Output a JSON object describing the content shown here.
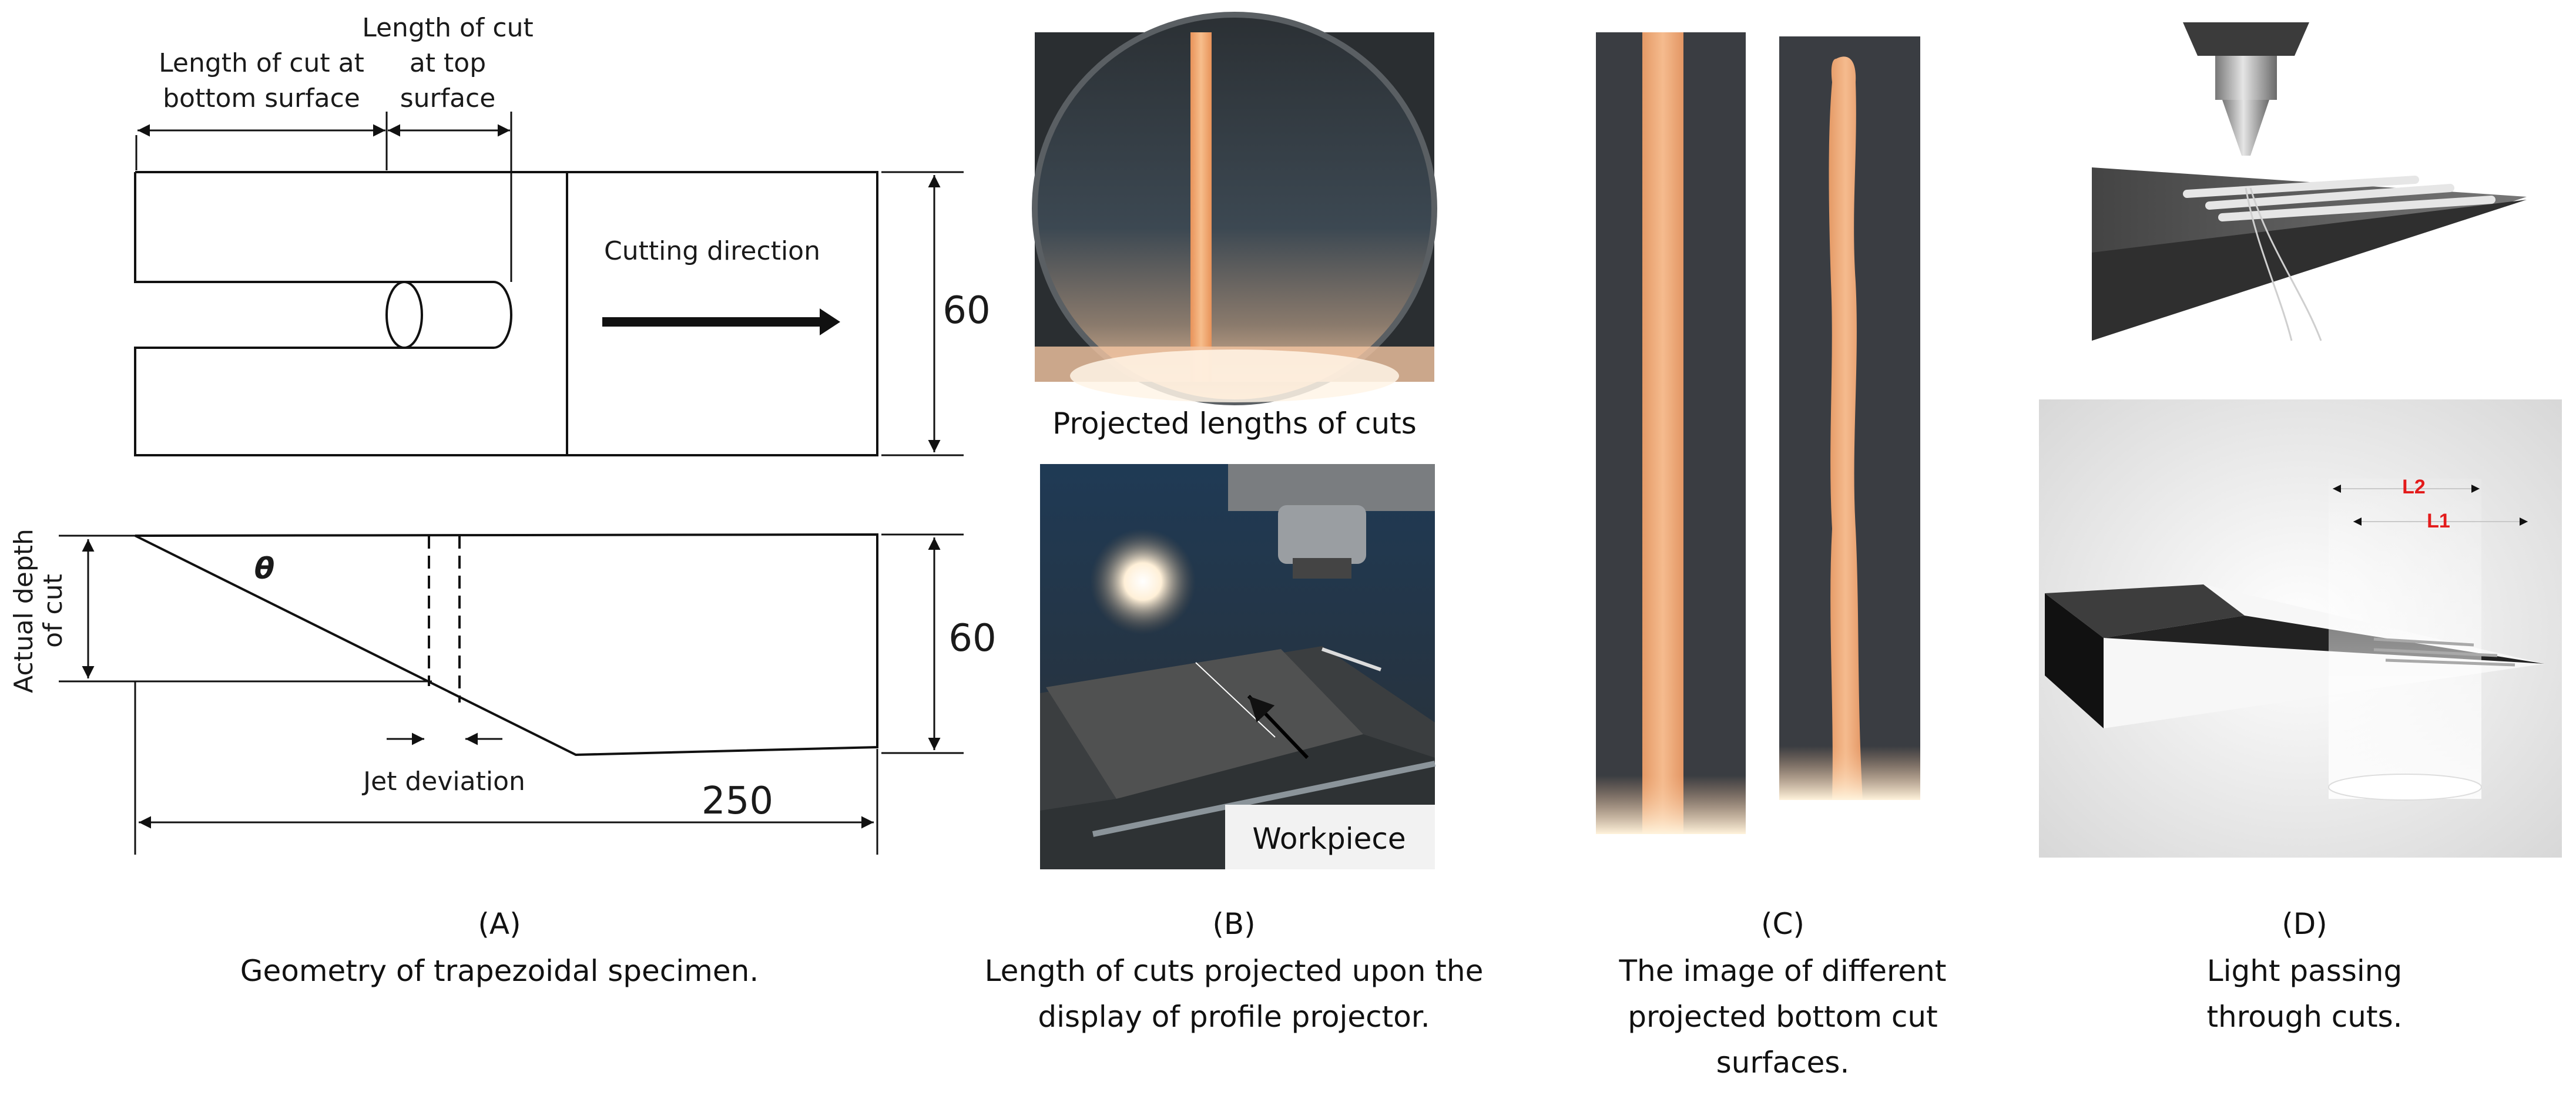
{
  "panel_a": {
    "label_bottom_cut_1": "Length of cut at",
    "label_bottom_cut_2": "bottom surface",
    "label_top_cut_1": "Length of cut",
    "label_top_cut_2": "at top",
    "label_top_cut_3": "surface",
    "cutting_direction": "Cutting direction",
    "dim_height_top": "60",
    "dim_height_bottom": "60",
    "dim_length": "250",
    "theta": "θ",
    "actual_depth_1": "Actual depth",
    "actual_depth_2": "of cut",
    "jet_deviation": "Jet deviation",
    "letter": "(A)",
    "caption_1": "Geometry of trapezoidal specimen."
  },
  "panel_b": {
    "photo_caption": "Projected lengths of cuts",
    "workpiece_label": "Workpiece",
    "letter": "(B)",
    "caption_1": "Length of cuts projected upon the",
    "caption_2": "display of profile projector."
  },
  "panel_c": {
    "letter": "(C)",
    "caption_1": "The image of different",
    "caption_2": "projected bottom cut",
    "caption_3": "surfaces."
  },
  "panel_d": {
    "label_l2": "L2",
    "label_l1": "L1",
    "letter": "(D)",
    "caption_1": "Light passing",
    "caption_2": "through cuts."
  },
  "colors": {
    "accent_red": "#e31b1b",
    "glow_orange": "#f4a870",
    "projector_dark": "#2c3135"
  }
}
